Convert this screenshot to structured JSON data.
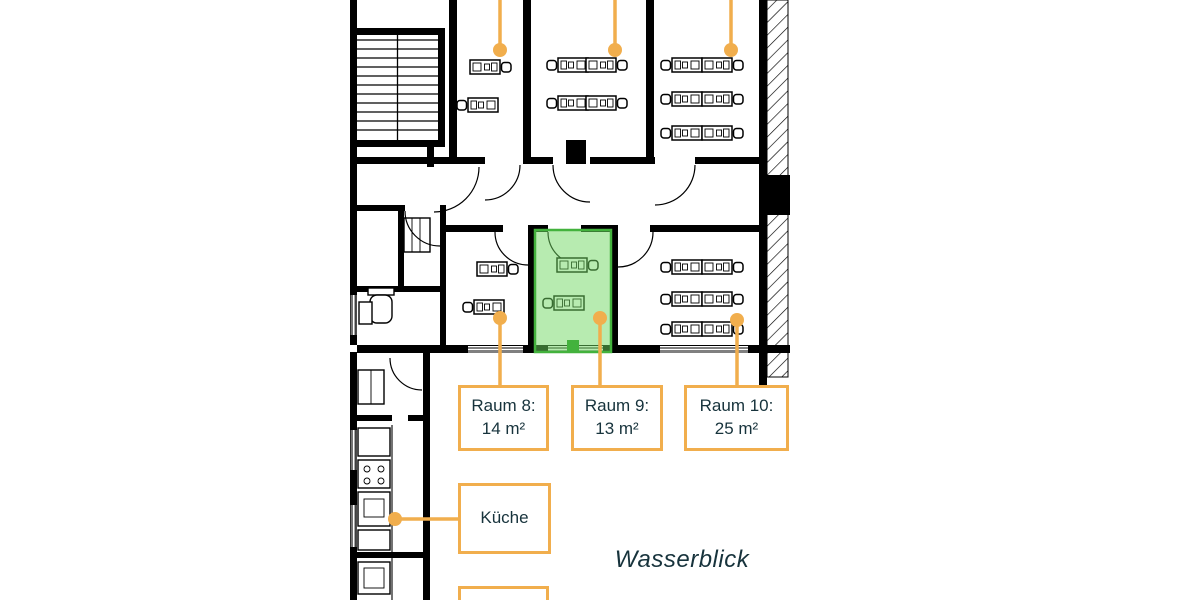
{
  "colors": {
    "accent": "#F1AE4D",
    "highlight": "#6FD862",
    "highlightStroke": "#43B23D",
    "ink": "#17333C"
  },
  "rooms": {
    "raum8": {
      "name": "Raum 8:",
      "area": "14 m²"
    },
    "raum9": {
      "name": "Raum 9:",
      "area": "13 m²"
    },
    "raum10": {
      "name": "Raum 10:",
      "area": "25 m²"
    },
    "kueche": {
      "name": "Küche"
    }
  },
  "watermark": "Wasserblick"
}
